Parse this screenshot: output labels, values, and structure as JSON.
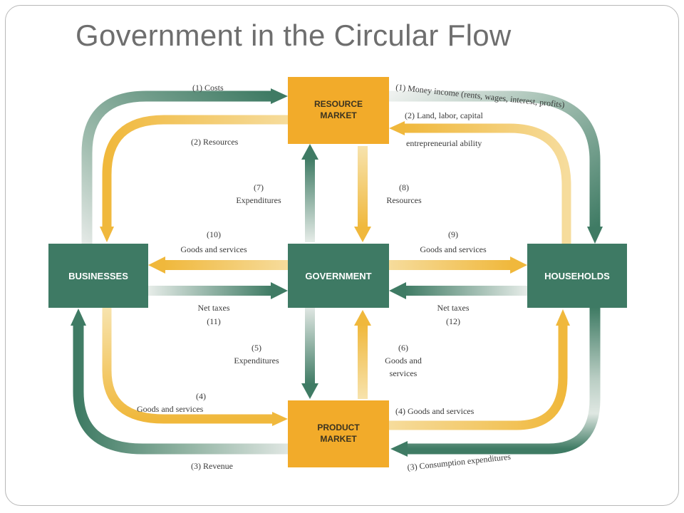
{
  "slide": {
    "title": "Government in the Circular Flow"
  },
  "nodes": {
    "resource_market": [
      "RESOURCE",
      "MARKET"
    ],
    "product_market": [
      "PRODUCT",
      "MARKET"
    ],
    "businesses": "BUSINESSES",
    "government": "GOVERNMENT",
    "households": "HOUSEHOLDS"
  },
  "flows": {
    "costs": "(1) Costs",
    "money_income": "(1) Money income (rents, wages, interest, profits)",
    "resources_2": "(2) Resources",
    "land_labor_capital": "(2) Land, labor, capital",
    "entrepreneurial": "entrepreneurial ability",
    "f7_num": "(7)",
    "f7_label": "Expenditures",
    "f8_num": "(8)",
    "f8_label": "Resources",
    "f10_num": "(10)",
    "f10_label": "Goods and services",
    "f9_num": "(9)",
    "f9_label": "Goods and services",
    "f11_label": "Net taxes",
    "f11_num": "(11)",
    "f12_label": "Net taxes",
    "f12_num": "(12)",
    "f5_num": "(5)",
    "f5_label": "Expenditures",
    "f6_num": "(6)",
    "f6_label1": "Goods and",
    "f6_label2": "services",
    "f4_left_num": "(4)",
    "f4_left_label": "Goods and services",
    "f4_right": "(4) Goods and services",
    "revenue": "(3) Revenue",
    "consumption": "(3) Consumption expenditures"
  },
  "colors": {
    "green": "#3f7b64",
    "box_green": "#3e7a64",
    "gold": "#f0b83c",
    "gold_light": "#f6dc9c",
    "market_gold": "#f2ab2a"
  }
}
